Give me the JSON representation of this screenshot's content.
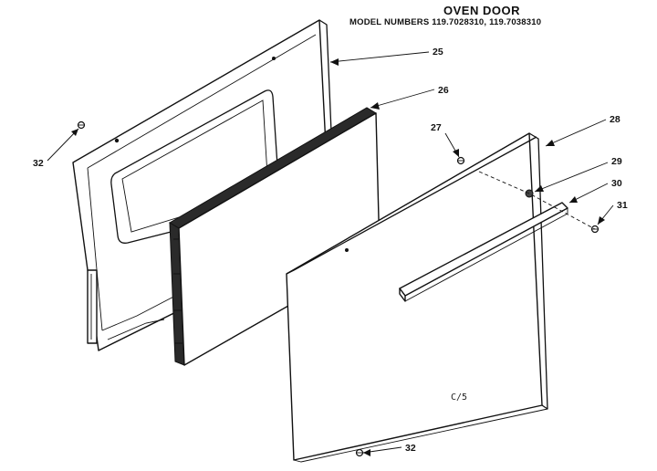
{
  "header": {
    "title": "OVEN DOOR",
    "model_numbers": "MODEL NUMBERS 119.7028310, 119.7038310"
  },
  "callouts": {
    "c25": "25",
    "c26": "26",
    "c27": "27",
    "c28": "28",
    "c29": "29",
    "c30": "30",
    "c31": "31",
    "c32_left": "32",
    "c32_bottom": "32"
  },
  "footer_code": "C/5"
}
